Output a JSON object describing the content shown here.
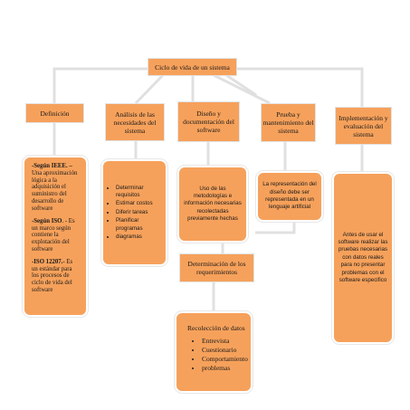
{
  "root": {
    "label": "Ciclo de vida de un sistema"
  },
  "branches": [
    {
      "label": "Definición"
    },
    {
      "label": "Análisis de las necesidades del sistema"
    },
    {
      "label": "Diseño y documentación del software"
    },
    {
      "label": "Prueba y mantenimiento del sistema"
    },
    {
      "label": "Implementación y evaluación del sistema"
    }
  ],
  "definition": {
    "items": [
      {
        "term": "-Según IEEE. –",
        "text": "Una aproximación lógica a la adquisición el suministro del desarrollo de software"
      },
      {
        "term": "-Según ISO",
        "text": ". - Es un marco según contiene la explotación del software"
      },
      {
        "term": "-ISO 12207.-",
        "text": " Es un estándar para los procesos de ciclo de vida del software"
      }
    ]
  },
  "analysis": {
    "bullets": [
      "Determinar requisitos",
      "Estimar costos",
      "Diferir tareas",
      "Planificar programas",
      "diagramas"
    ]
  },
  "design": {
    "text": "Uso de las metodologías e información necesarias recolectadas previamente hechas"
  },
  "requirements": {
    "label": "Determinación de los requerimientos"
  },
  "collection": {
    "title": "Recolección de datos",
    "bullets": [
      "Entrevista",
      "Cuestionario",
      "Comportamiento",
      "problemas"
    ]
  },
  "testing": {
    "text": "La representación del diseño debe ser representada en un lenguaje artificial"
  },
  "implementation": {
    "text": "Antes de usar el software realizar las pruebas necesarias con datos reales para no presentar problemas con el software especifico"
  },
  "colors": {
    "box_fill": "#f6a15b",
    "connector": "#e0e0e0",
    "background": "#ffffff"
  }
}
